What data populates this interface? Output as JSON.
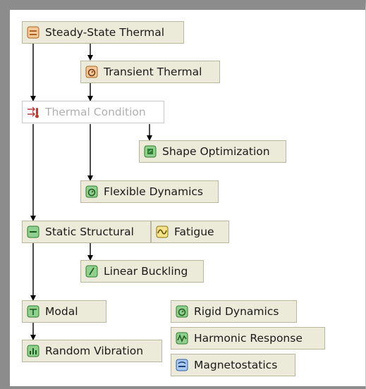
{
  "nodes": {
    "steady_state_thermal": {
      "label": "Steady-State Thermal",
      "icon": "thermal-orange-icon"
    },
    "transient_thermal": {
      "label": "Transient Thermal",
      "icon": "transient-orange-icon"
    },
    "thermal_condition": {
      "label": "Thermal Condition",
      "icon": "thermal-condition-icon",
      "enabled": false
    },
    "shape_optimization": {
      "label": "Shape Optimization",
      "icon": "shape-optimization-green-icon"
    },
    "flexible_dynamics": {
      "label": "Flexible Dynamics",
      "icon": "flexible-dynamics-green-icon"
    },
    "static_structural": {
      "label": "Static Structural",
      "icon": "static-structural-green-icon"
    },
    "fatigue": {
      "label": "Fatigue",
      "icon": "fatigue-yellow-icon"
    },
    "linear_buckling": {
      "label": "Linear Buckling",
      "icon": "linear-buckling-green-icon"
    },
    "modal": {
      "label": "Modal",
      "icon": "modal-green-icon"
    },
    "random_vibration": {
      "label": "Random Vibration",
      "icon": "random-vibration-green-icon"
    },
    "rigid_dynamics": {
      "label": "Rigid Dynamics",
      "icon": "rigid-dynamics-green-icon"
    },
    "harmonic_response": {
      "label": "Harmonic Response",
      "icon": "harmonic-response-green-icon"
    },
    "magnetostatics": {
      "label": "Magnetostatics",
      "icon": "magnetostatics-blue-icon"
    }
  },
  "colors": {
    "thermal": "#e8a05a",
    "structural": "#5cb85c",
    "fatigue": "#e8c84a",
    "electromagnetic": "#5a8fd8",
    "node_fill": "#ecebd9",
    "frame": "#8c8c8c"
  }
}
